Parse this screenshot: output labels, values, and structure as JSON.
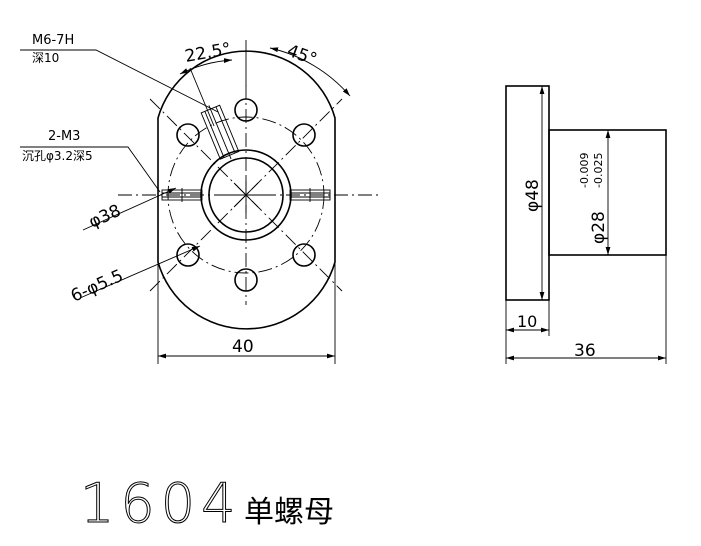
{
  "annotations": {
    "thread_spec": "M6-7H",
    "thread_depth": "深10",
    "angle_small": "22.5°",
    "angle_large": "45°",
    "screw_spec": "2-M3",
    "counterbore": "沉孔φ3.2深5",
    "pcd": "φ38",
    "holes": "6-φ5.5",
    "width": "40",
    "flange_dia": "φ48",
    "body_dia": "φ28",
    "tol_upper": "-0.009",
    "tol_lower": "-0.025",
    "flange_thickness": "10",
    "length": "36"
  },
  "title": {
    "model": "1604",
    "name": "单螺母"
  }
}
